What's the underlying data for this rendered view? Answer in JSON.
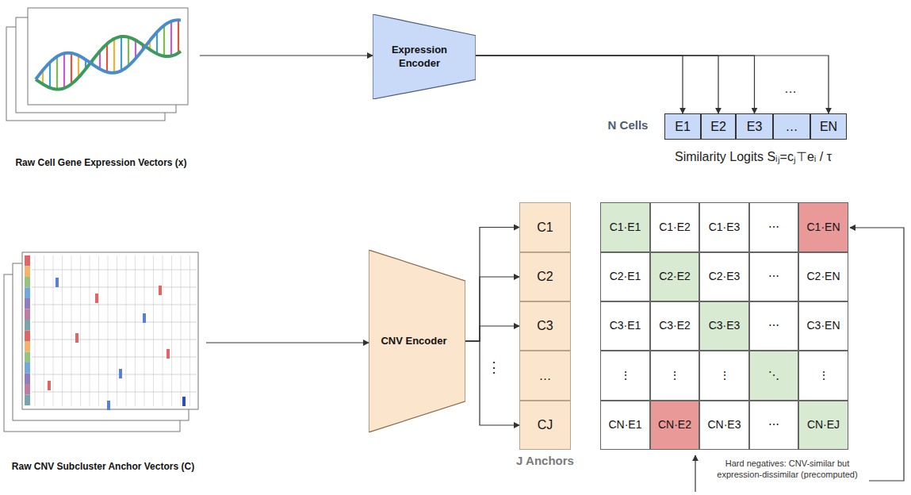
{
  "diagram": {
    "nodes": [
      {
        "text": [
          "Raw Cell Gene Expression Vectors (x)"
        ]
      },
      {
        "text": [
          "Expression Encoder"
        ]
      },
      {
        "text": [
          "E1"
        ]
      },
      {
        "text": [
          "E2"
        ]
      },
      {
        "text": [
          "E3"
        ]
      },
      {
        "text": [
          "…"
        ]
      },
      {
        "text": [
          "EN"
        ]
      },
      {
        "text": [
          "Raw CNV Subcluster Anchor Vectors (C)"
        ]
      },
      {
        "text": [
          "CNV Encoder"
        ]
      },
      {
        "text": [
          "C1"
        ]
      },
      {
        "text": [
          "C2"
        ]
      },
      {
        "text": [
          "C3"
        ]
      },
      {
        "text": [
          "…"
        ]
      },
      {
        "text": [
          "CJ"
        ]
      },
      {
        "text": [
          "C1·E1"
        ]
      },
      {
        "text": [
          "C1·E2"
        ]
      },
      {
        "text": [
          "C1·E3"
        ]
      },
      {
        "text": [
          "⋯"
        ]
      },
      {
        "text": [
          "C1·EN"
        ]
      },
      {
        "text": [
          "C2·E1"
        ]
      },
      {
        "text": [
          "C2·E2"
        ]
      },
      {
        "text": [
          "C2·E3"
        ]
      },
      {
        "text": [
          "⋯"
        ]
      },
      {
        "text": [
          "C2·EN"
        ]
      },
      {
        "text": [
          "C3·E1"
        ]
      },
      {
        "text": [
          "C3·E2"
        ]
      },
      {
        "text": [
          "C3·E3"
        ]
      },
      {
        "text": [
          "⋯"
        ]
      },
      {
        "text": [
          "C3·EN"
        ]
      },
      {
        "text": [
          "⋮"
        ]
      },
      {
        "text": [
          "⋮"
        ]
      },
      {
        "text": [
          "⋮"
        ]
      },
      {
        "text": [
          "⋱"
        ]
      },
      {
        "text": [
          "⋮"
        ]
      },
      {
        "text": [
          "CN·E1"
        ]
      },
      {
        "text": [
          "CN·E2"
        ]
      },
      {
        "text": [
          "CN·E3"
        ]
      },
      {
        "text": [
          "⋯"
        ]
      },
      {
        "text": [
          "CN·EJ"
        ]
      }
    ],
    "edges": [
      {
        "from": 0,
        "to": 1,
        "arrow": "to"
      },
      {
        "from": 1,
        "to": 2,
        "arrow": "to"
      },
      {
        "from": 1,
        "to": 3,
        "arrow": "to"
      },
      {
        "from": 1,
        "to": 4,
        "arrow": "to"
      },
      {
        "from": 1,
        "to": 6,
        "arrow": "to"
      },
      {
        "from": 7,
        "to": 8,
        "arrow": "to"
      },
      {
        "from": 8,
        "to": 9,
        "arrow": "to"
      },
      {
        "from": 8,
        "to": 10,
        "arrow": "to"
      },
      {
        "from": 8,
        "to": 11,
        "arrow": "to"
      },
      {
        "from": 8,
        "to": 13,
        "arrow": "to"
      }
    ],
    "labels": [
      "N Cells",
      "Similarity Logits Sᵢⱼ=cⱼ⊤eᵢ / τ",
      "…",
      "⋮",
      "J Anchors",
      "Hard negatives: CNV-similar but expression-dissimilar (precomputed)"
    ]
  }
}
